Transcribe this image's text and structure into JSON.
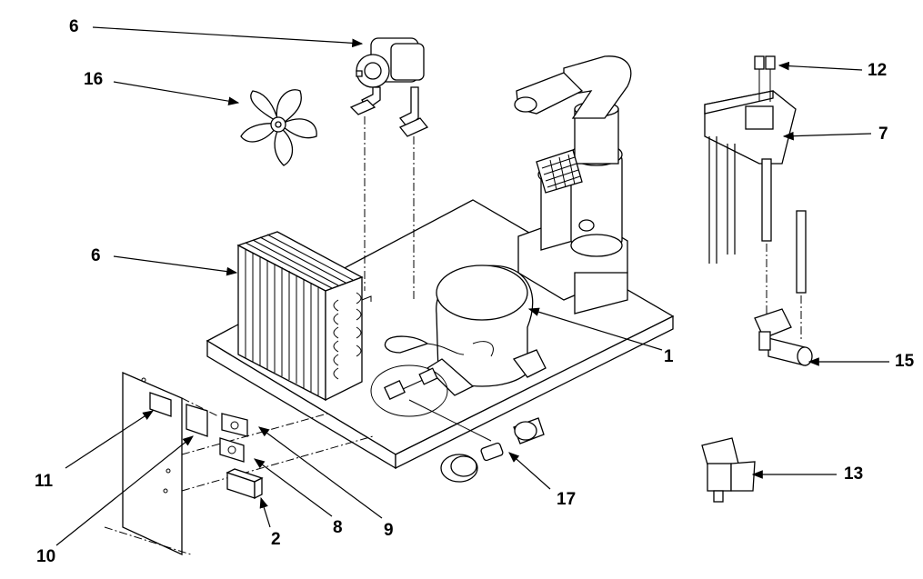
{
  "callouts": [
    {
      "key": "c6_top",
      "text": "6"
    },
    {
      "key": "c16",
      "text": "16"
    },
    {
      "key": "c6_left",
      "text": "6"
    },
    {
      "key": "c12",
      "text": "12"
    },
    {
      "key": "c7",
      "text": "7"
    },
    {
      "key": "c1",
      "text": "1"
    },
    {
      "key": "c15",
      "text": "15"
    },
    {
      "key": "c13",
      "text": "13"
    },
    {
      "key": "c17",
      "text": "17"
    },
    {
      "key": "c11",
      "text": "11"
    },
    {
      "key": "c10",
      "text": "10"
    },
    {
      "key": "c2",
      "text": "2"
    },
    {
      "key": "c8",
      "text": "8"
    },
    {
      "key": "c9",
      "text": "9"
    }
  ]
}
